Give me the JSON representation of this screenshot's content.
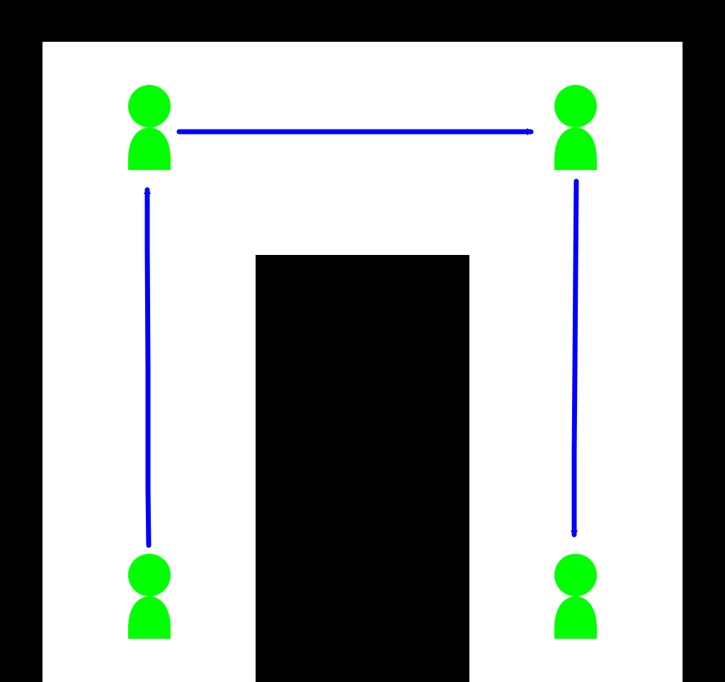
{
  "colors": {
    "background": "#000000",
    "floor": "#ffffff",
    "obstacle": "#000000",
    "person": "#00ff00",
    "arrow": "#0000ff"
  },
  "people": [
    {
      "name": "person-top-left",
      "icon": "person-icon"
    },
    {
      "name": "person-top-right",
      "icon": "person-icon"
    },
    {
      "name": "person-bottom-left",
      "icon": "person-icon"
    },
    {
      "name": "person-bottom-right",
      "icon": "person-icon"
    }
  ],
  "arrows": [
    {
      "name": "arrow-bottom-left-to-top-left",
      "from": "person-bottom-left",
      "to": "person-top-left"
    },
    {
      "name": "arrow-top-left-to-top-right",
      "from": "person-top-left",
      "to": "person-top-right"
    },
    {
      "name": "arrow-top-right-to-bottom-right",
      "from": "person-top-right",
      "to": "person-bottom-right"
    }
  ]
}
